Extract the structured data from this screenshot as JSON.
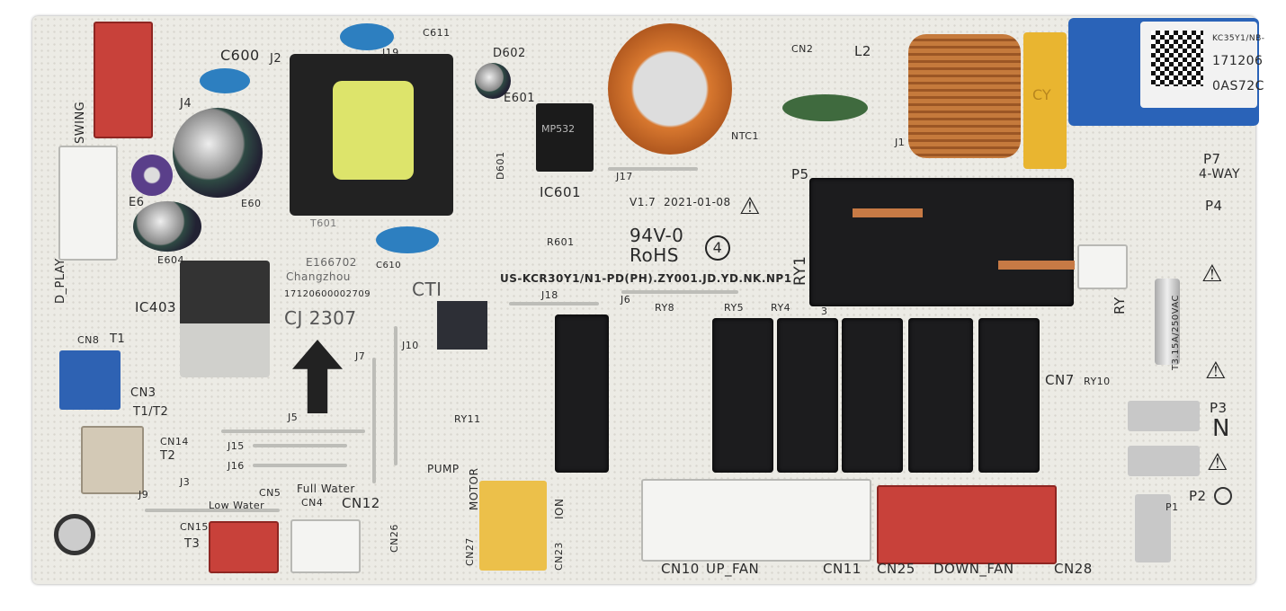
{
  "board": {
    "part_number": "US-KCR30Y1/N1-PD(PH).ZY001.JD.YD.NK.NP1",
    "version": "V1.7",
    "date": "2021-01-08",
    "flammability": "94V-0",
    "rohs": "RoHS",
    "circle_mark": "4",
    "cti": "CTI",
    "transformer_mark": [
      "T601",
      "E166702",
      "Changzhou",
      "17120600002709"
    ],
    "stamp": "CJ 2307",
    "chip": "MP532",
    "relay_sticker": [
      "KC35Y1/NB-",
      "171206",
      "0AS72C"
    ]
  },
  "labels": {
    "c600": "C600",
    "j2": "J2",
    "j4": "J4",
    "swing": "SWING",
    "j19": "J19",
    "c611": "C611",
    "d602": "D602",
    "e601": "E601",
    "ic601": "IC601",
    "d601": "D601",
    "r601": "R601",
    "c610": "C610",
    "e60": "E60",
    "e6": "E6",
    "e604": "E604",
    "d_play": "D_PLAY",
    "ic403": "IC403",
    "cn8": "CN8",
    "t1": "T1",
    "cn3": "CN3",
    "t1t2": "T1/T2",
    "cn14": "CN14",
    "t2": "T2",
    "j9": "J9",
    "j3": "J3",
    "cn15": "CN15",
    "t3": "T3",
    "low_water": "Low Water",
    "cn5": "CN5",
    "full_water": "Full Water",
    "cn4": "CN4",
    "cn12": "CN12",
    "j5": "J5",
    "j15": "J15",
    "j16": "J16",
    "j7": "J7",
    "j10": "J10",
    "cn26": "CN26",
    "pump": "PUMP",
    "motor": "MOTOR",
    "cn27": "CN27",
    "ion": "ION",
    "cn23": "CN23",
    "ry11": "RY11",
    "j18": "J18",
    "j6": "J6",
    "j17": "J17",
    "ntc1": "NTC1",
    "cn2": "CN2",
    "l2": "L2",
    "j1": "J1",
    "p5": "P5",
    "ry1": "RY1",
    "ry8": "RY8",
    "ry5": "RY5",
    "ry4": "RY4",
    "three": "3",
    "cn7": "CN7",
    "ry10": "RY10",
    "p7": "P7",
    "four_way": "4-WAY",
    "p4": "P4",
    "fuse": "T3.15A/250VAC",
    "ry": "RY",
    "p3": "P3",
    "n": "N",
    "p2": "P2",
    "p1": "P1",
    "cn10": "CN10",
    "up_fan": "UP_FAN",
    "cn11": "CN11",
    "cn25": "CN25",
    "down_fan": "DOWN_FAN",
    "cn28": "CN28",
    "cy": "CY"
  },
  "colors": {
    "board": "#ecebe5",
    "relay": "#1c1c1e",
    "connector_red": "#c8413a",
    "connector_white": "#f4f4f2",
    "cap_blue": "#2d7fc0",
    "cap_orange": "#d8782f"
  }
}
